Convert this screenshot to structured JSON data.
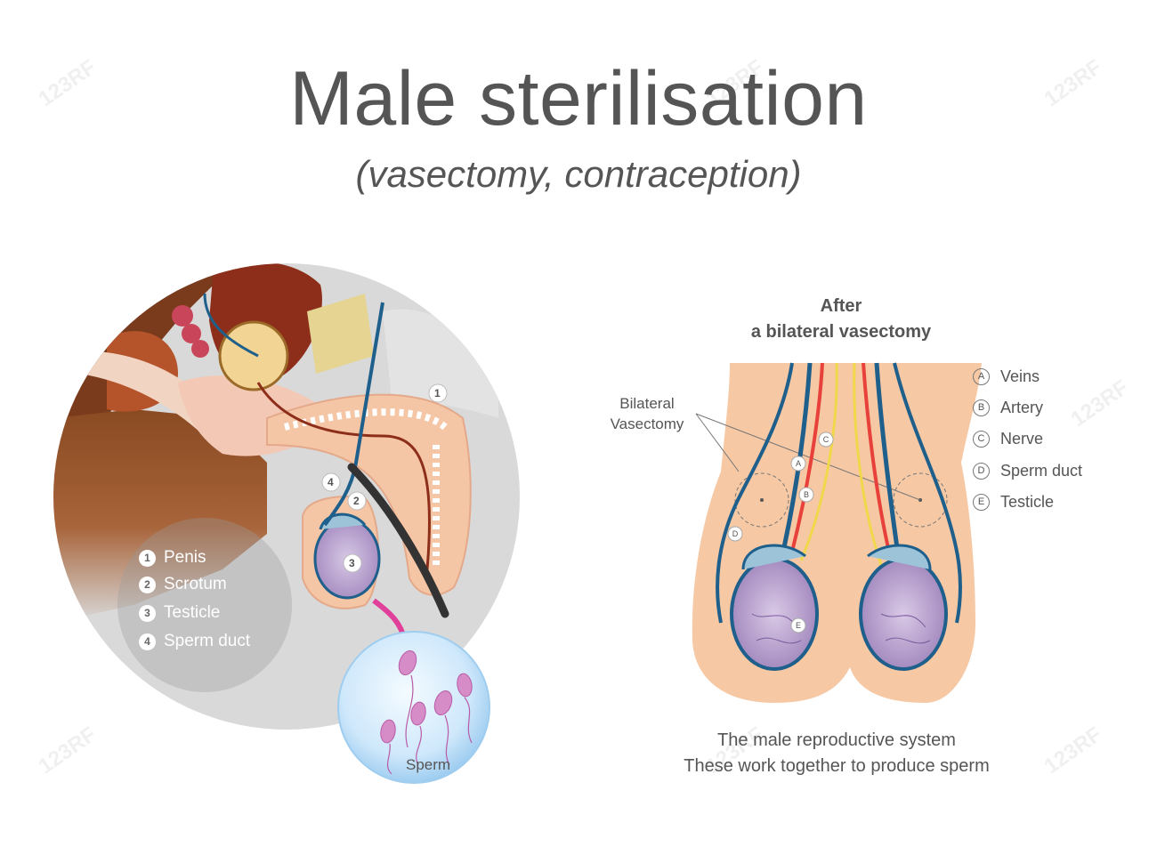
{
  "header": {
    "title": "Male sterilisation",
    "subtitle": "(vasectomy, contraception)"
  },
  "left_panel": {
    "legend": [
      {
        "num": "1",
        "label": "Penis"
      },
      {
        "num": "2",
        "label": "Scrotum"
      },
      {
        "num": "3",
        "label": "Testicle"
      },
      {
        "num": "4",
        "label": "Sperm duct"
      }
    ],
    "callouts": [
      "1",
      "2",
      "3",
      "4"
    ],
    "sperm_label": "Sperm"
  },
  "right_panel": {
    "title_line1": "After",
    "title_line2": "a bilateral vasectomy",
    "bilateral_line1": "Bilateral",
    "bilateral_line2": "Vasectomy",
    "legend": [
      {
        "letter": "A",
        "label": "Veins"
      },
      {
        "letter": "B",
        "label": "Artery"
      },
      {
        "letter": "C",
        "label": "Nerve"
      },
      {
        "letter": "D",
        "label": "Sperm duct"
      },
      {
        "letter": "E",
        "label": "Testicle"
      }
    ],
    "caption_line1": "The male reproductive system",
    "caption_line2": "These work together to produce sperm"
  },
  "watermark": "123RF",
  "colors": {
    "text": "#555555",
    "skin": "#f5c6a5",
    "vein": "#1f5f8b",
    "artery": "#e8403a",
    "nerve": "#f0d84a",
    "testicle": "#b49ac8",
    "sperm_bubble": "#c8e4f8",
    "arrow": "#e0409a",
    "circle_bg": "#d9d9d9"
  }
}
